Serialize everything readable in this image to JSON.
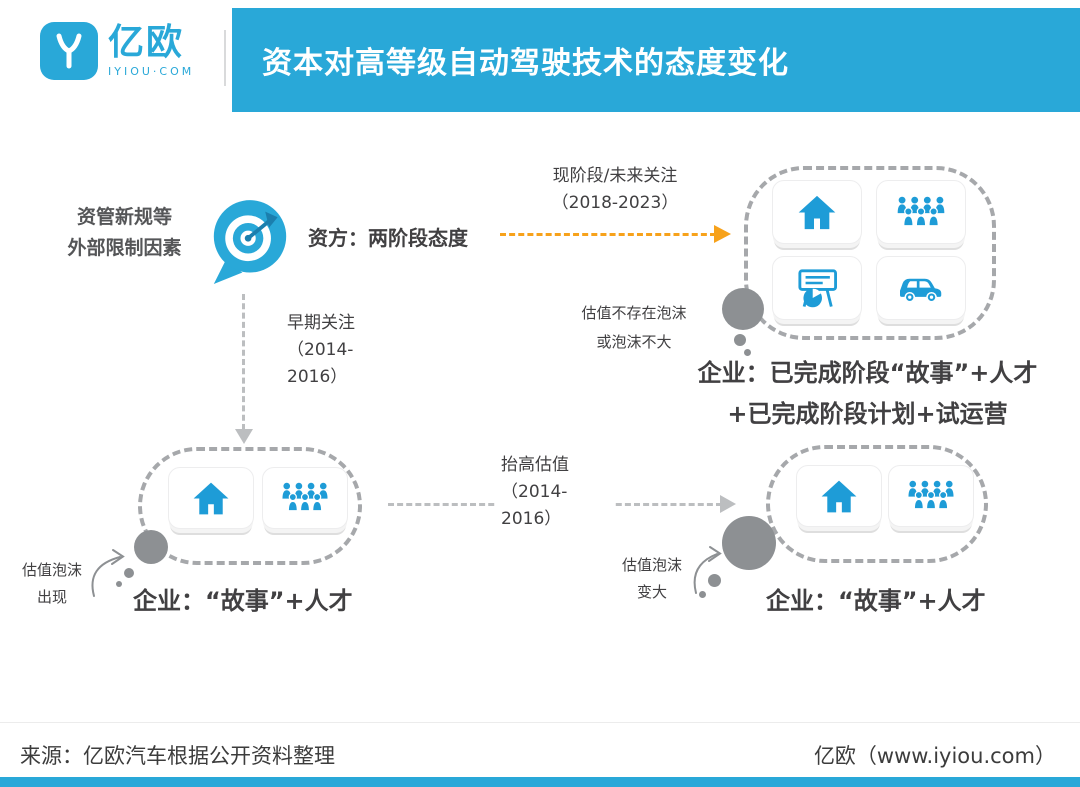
{
  "header": {
    "logo_text": "亿欧",
    "logo_sub": "IYIOU·COM",
    "title": "资本对高等级自动驾驶技术的态度变化"
  },
  "diagram": {
    "factor": "资管新规等\n外部限制因素",
    "investor": "资方：两阶段态度",
    "arrow_current": "现阶段/未来关注\n（2018-2023）",
    "arrow_early": "早期关注\n（2014-\n2016）",
    "arrow_raise": "抬高估值\n（2014-\n2016）",
    "bubble_top": "估值不存在泡沫\n或泡沫不大",
    "bubble_left": "估值泡沫\n出现",
    "bubble_right": "估值泡沫\n变大",
    "enterprise_top": "企业：已完成阶段“故事”+人才\n+已完成阶段计划+试运营",
    "enterprise_left": "企业：“故事”+人才",
    "enterprise_right": "企业：“故事”+人才"
  },
  "icons": {
    "target": "target-dart-icon",
    "house": "house-icon",
    "team": "team-icon",
    "billboard": "billboard-chart-icon",
    "car": "car-icon",
    "bubble": "thought-bubble"
  },
  "colors": {
    "accent_cyan": "#29a8d8",
    "icon_blue": "#1e9cd7",
    "arrow_orange": "#f7a21b",
    "dash_gray": "#bcbec0",
    "blob_gray": "#a6a8ab",
    "bubble_gray": "#8d9093",
    "text_dark": "#414042"
  },
  "footer": {
    "source": "来源：亿欧汽车根据公开资料整理",
    "brand": "亿欧（www.iyiou.com）"
  }
}
